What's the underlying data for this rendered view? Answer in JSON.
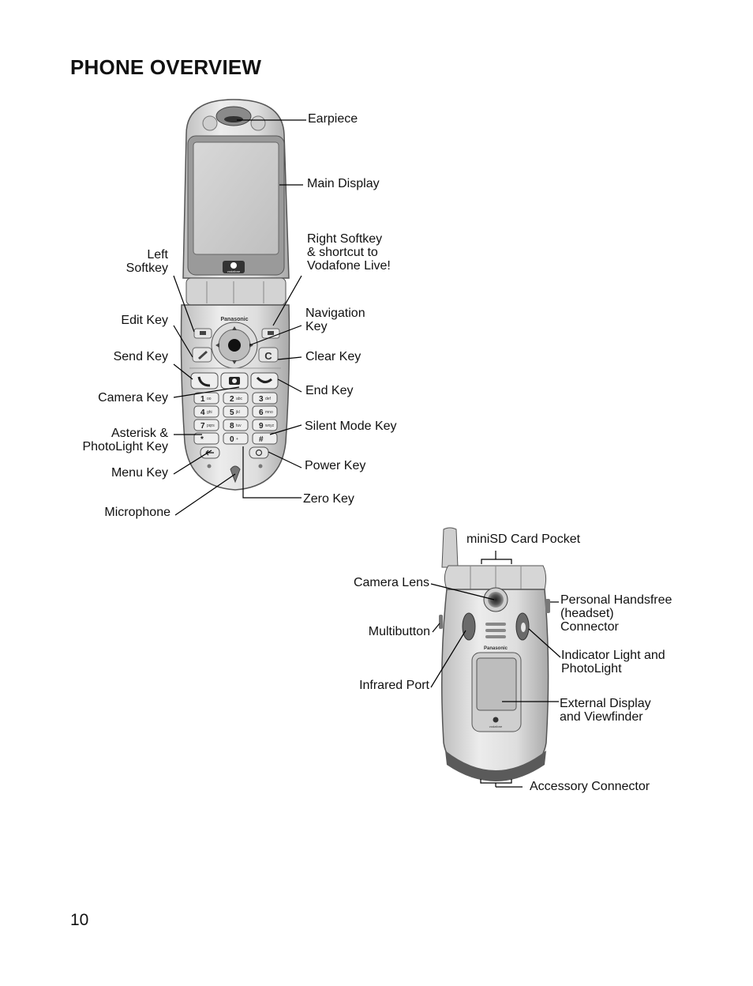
{
  "page": {
    "title": "PHONE OVERVIEW",
    "page_number": "10"
  },
  "open_phone": {
    "brand": "Panasonic",
    "logo_text": "vodafone",
    "labels": {
      "earpiece": "Earpiece",
      "main_display": "Main Display",
      "right_softkey": "Right Softkey\n& shortcut to\nVodafone Live!",
      "left_softkey": "Left\nSoftkey",
      "navigation_key": "Navigation\nKey",
      "edit_key": "Edit Key",
      "send_key": "Send Key",
      "clear_key": "Clear Key",
      "camera_key": "Camera Key",
      "end_key": "End Key",
      "silent_mode_key": "Silent Mode Key",
      "asterisk_key": "Asterisk &\nPhotoLight Key",
      "power_key": "Power Key",
      "menu_key": "Menu Key",
      "zero_key": "Zero Key",
      "microphone": "Microphone"
    },
    "keypad": [
      {
        "num": "1",
        "sub": "oo"
      },
      {
        "num": "2",
        "sub": "abc"
      },
      {
        "num": "3",
        "sub": "def"
      },
      {
        "num": "4",
        "sub": "ghi"
      },
      {
        "num": "5",
        "sub": "jkl"
      },
      {
        "num": "6",
        "sub": "mno"
      },
      {
        "num": "7",
        "sub": "pqrs"
      },
      {
        "num": "8",
        "sub": "tuv"
      },
      {
        "num": "9",
        "sub": "wxyz"
      },
      {
        "num": "*",
        "sub": ""
      },
      {
        "num": "0",
        "sub": "+"
      },
      {
        "num": "#",
        "sub": ""
      }
    ],
    "clear_symbol": "C"
  },
  "closed_phone": {
    "brand": "Panasonic",
    "logo_text": "vodafone",
    "labels": {
      "minisd": "miniSD Card Pocket",
      "camera_lens": "Camera Lens",
      "handsfree": "Personal Handsfree\n(headset)\nConnector",
      "multibutton": "Multibutton",
      "indicator": "Indicator Light and\nPhotoLight",
      "infrared": "Infrared Port",
      "external_display": "External Display\nand Viewfinder",
      "accessory": "Accessory Connector"
    }
  }
}
